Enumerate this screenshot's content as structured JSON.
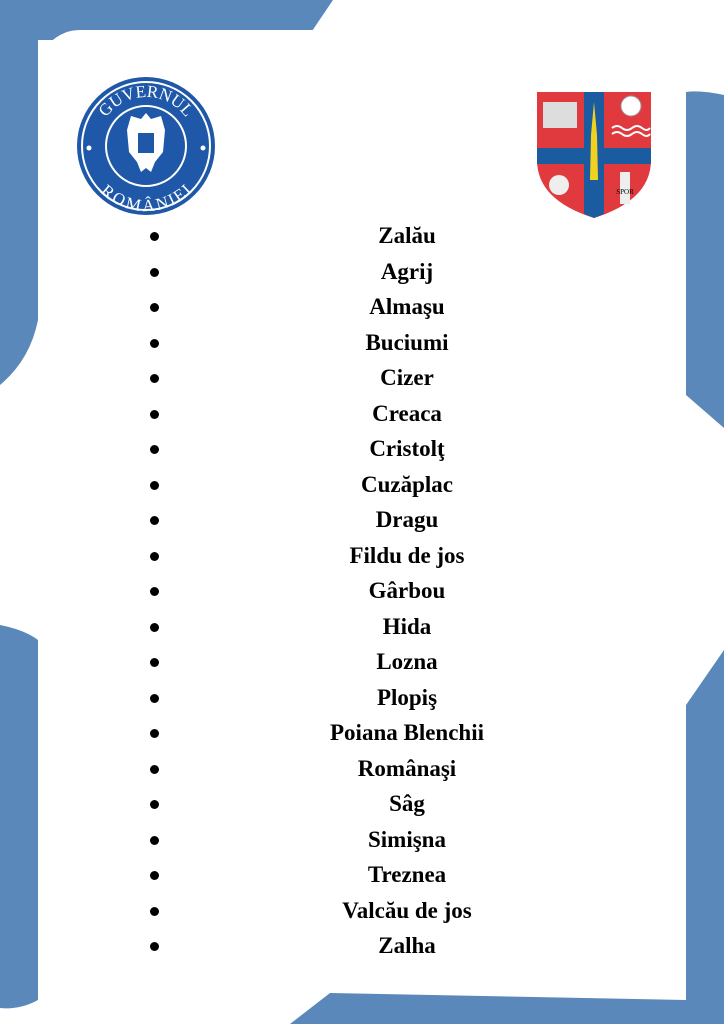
{
  "colors": {
    "background_shape": "#5b88bb",
    "gov_blue": "#1f58a8",
    "coat_red": "#e03a3e",
    "coat_blue": "#1b5ca0",
    "coat_gold": "#f2d21e"
  },
  "logo_left": {
    "text_top": "GUVERNUL",
    "text_bottom": "ROMÂNIEI"
  },
  "logo_right": {
    "motto": "SPOR"
  },
  "list": [
    {
      "name": "Zalău"
    },
    {
      "name": "Agrij"
    },
    {
      "name": "Almaşu"
    },
    {
      "name": "Buciumi"
    },
    {
      "name": "Cizer"
    },
    {
      "name": "Creaca"
    },
    {
      "name": "Cristolţ"
    },
    {
      "name": "Cuzăplac"
    },
    {
      "name": "Dragu"
    },
    {
      "name": "Fildu de jos"
    },
    {
      "name": "Gârbou"
    },
    {
      "name": "Hida"
    },
    {
      "name": "Lozna"
    },
    {
      "name": "Plopiş"
    },
    {
      "name": "Poiana Blenchii"
    },
    {
      "name": "Românaşi"
    },
    {
      "name": "Sâg"
    },
    {
      "name": "Simişna"
    },
    {
      "name": "Treznea"
    },
    {
      "name": "Valcău de jos"
    },
    {
      "name": "Zalha"
    }
  ]
}
